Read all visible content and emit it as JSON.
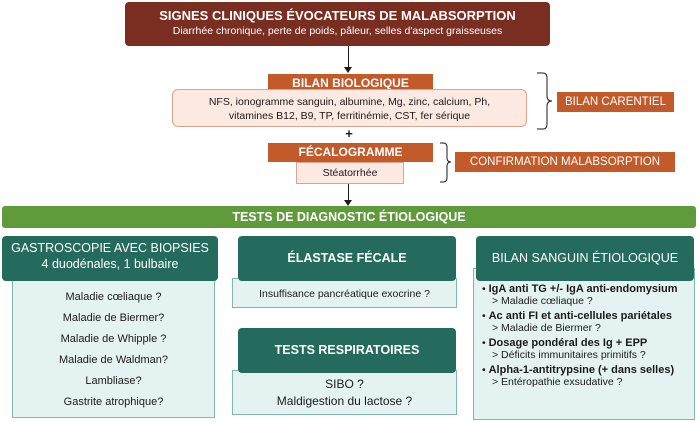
{
  "header": {
    "title": "SIGNES CLINIQUES ÉVOCATEURS DE MALABSORPTION",
    "subtitle": "Diarrhée chronique, perte de poids, pâleur, selles d'aspect graisseuses"
  },
  "bilan_bio": {
    "title": "BILAN BIOLOGIQUE",
    "line1": "NFS, ionogramme sanguin, albumine, Mg, zinc, calcium, Ph,",
    "line2": "vitamines B12, B9, TP, ferritinémie, CST, fer sérique",
    "side_label": "BILAN CARENTIEL"
  },
  "plus": "+",
  "fecal": {
    "title": "FÉCALOGRAMME",
    "result": "Stéatorrhée",
    "side_label": "CONFIRMATION MALABSORPTION"
  },
  "tests_bar": "TESTS DE DIAGNOSTIC ÉTIOLOGIQUE",
  "gastro": {
    "title": "GASTROSCOPIE AVEC BIOPSIES",
    "subtitle": "4 duodénales, 1 bulbaire",
    "items": [
      "Maladie cœliaque ?",
      "Maladie de Biermer?",
      "Maladie de Whipple ?",
      "Maladie de Waldman?",
      "Lambliase?",
      "Gastrite atrophique?"
    ]
  },
  "elastase": {
    "title": "ÉLASTASE FÉCALE",
    "item": "Insuffisance pancréatique exocrine ?"
  },
  "respi": {
    "title": "TESTS RESPIRATOIRES",
    "line1": "SIBO ?",
    "line2": "Maldigestion du lactose ?"
  },
  "sanguin": {
    "title": "BILAN SANGUIN ÉTIOLOGIQUE",
    "items": [
      {
        "bullet": "•",
        "head": "IgA anti TG +/- IgA anti-endomysium",
        "sub": "> Maladie cœliaque ?"
      },
      {
        "bullet": "•",
        "head": "Ac anti FI et anti-cellules pariétales",
        "sub": "> Maladie de Biermer ?"
      },
      {
        "bullet": "•",
        "head": "Dosage pondéral des Ig + EPP",
        "sub": "> Déficits immunitaires primitifs ?"
      },
      {
        "bullet": "•",
        "head": "Alpha-1-antitrypsine (+ dans selles)",
        "sub": "> Entéropathie exsudative ?"
      }
    ]
  },
  "colors": {
    "brown": "#7a2e22",
    "orange": "#c25a2a",
    "peach": "#fbe9e2",
    "green": "#5f9b3b",
    "teal": "#256b5d",
    "mint": "#e4f3f2"
  }
}
